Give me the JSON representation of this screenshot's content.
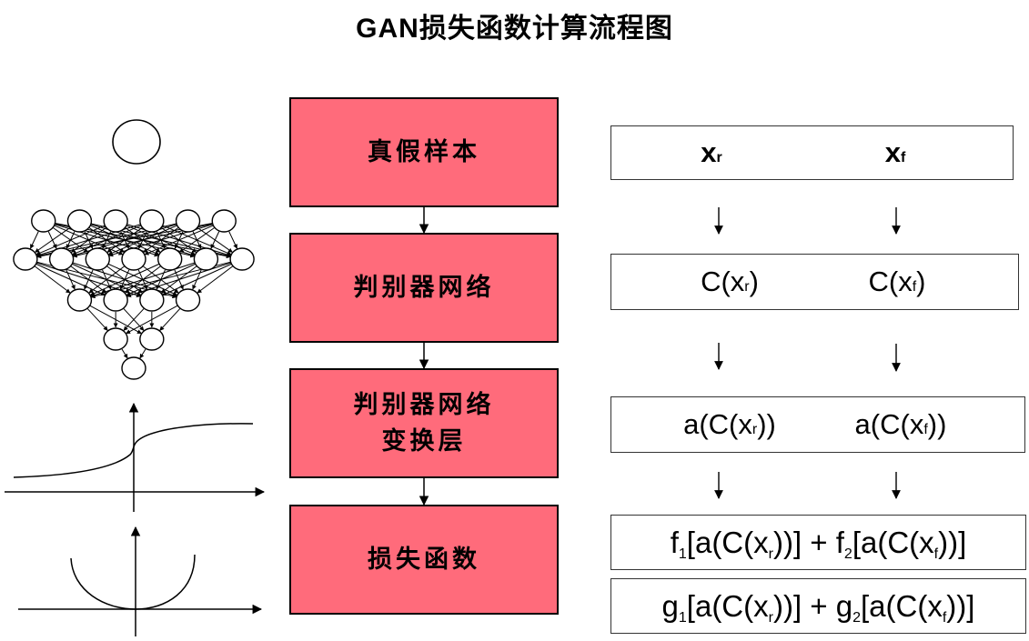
{
  "title": {
    "latin": "GAN",
    "cjk": "损失函数计算流程图"
  },
  "colors": {
    "stage_fill": "#FF6B7B",
    "stroke": "#000000"
  },
  "left_illustrations": {
    "neuron_icon": "single-neuron",
    "network_icon": "feedforward-network",
    "network_layers": [
      6,
      7,
      4,
      2,
      1
    ],
    "activation_plot": "sigmoid-like curve",
    "loss_plot": "convex U-shaped curve"
  },
  "stages": [
    {
      "label": "真假样本"
    },
    {
      "label_line1": "判别器网络"
    },
    {
      "label_line1": "判别器网络",
      "label_line2": "变换层"
    },
    {
      "label_line1": "损失函数"
    }
  ],
  "formulas": {
    "row1": {
      "real": {
        "base": "x",
        "sub": "r"
      },
      "fake": {
        "base": "x",
        "sub": "f"
      }
    },
    "row2": {
      "real": {
        "pre": "C(x",
        "sub": "r",
        "post": ")"
      },
      "fake": {
        "pre": "C(x",
        "sub": "f",
        "post": ")"
      }
    },
    "row3": {
      "real": {
        "pre": "a(C(x",
        "sub": "r",
        "post": "))"
      },
      "fake": {
        "pre": "a(C(x",
        "sub": "f",
        "post": "))"
      }
    },
    "row4": {
      "f1": "f",
      "s1": "1",
      "a": "[a(C(x",
      "sr": "r",
      "b": "))] + ",
      "f2": "f",
      "s2": "2",
      "c": "[a(C(x",
      "sf": "f",
      "d": "))]"
    },
    "row5": {
      "g1": "g",
      "s1": "1",
      "a": "[a(C(x",
      "sr": "r",
      "b": "))] + ",
      "g2": "g",
      "s2": "2",
      "c": "[a(C(x",
      "sf": "f",
      "d": "))]"
    }
  }
}
